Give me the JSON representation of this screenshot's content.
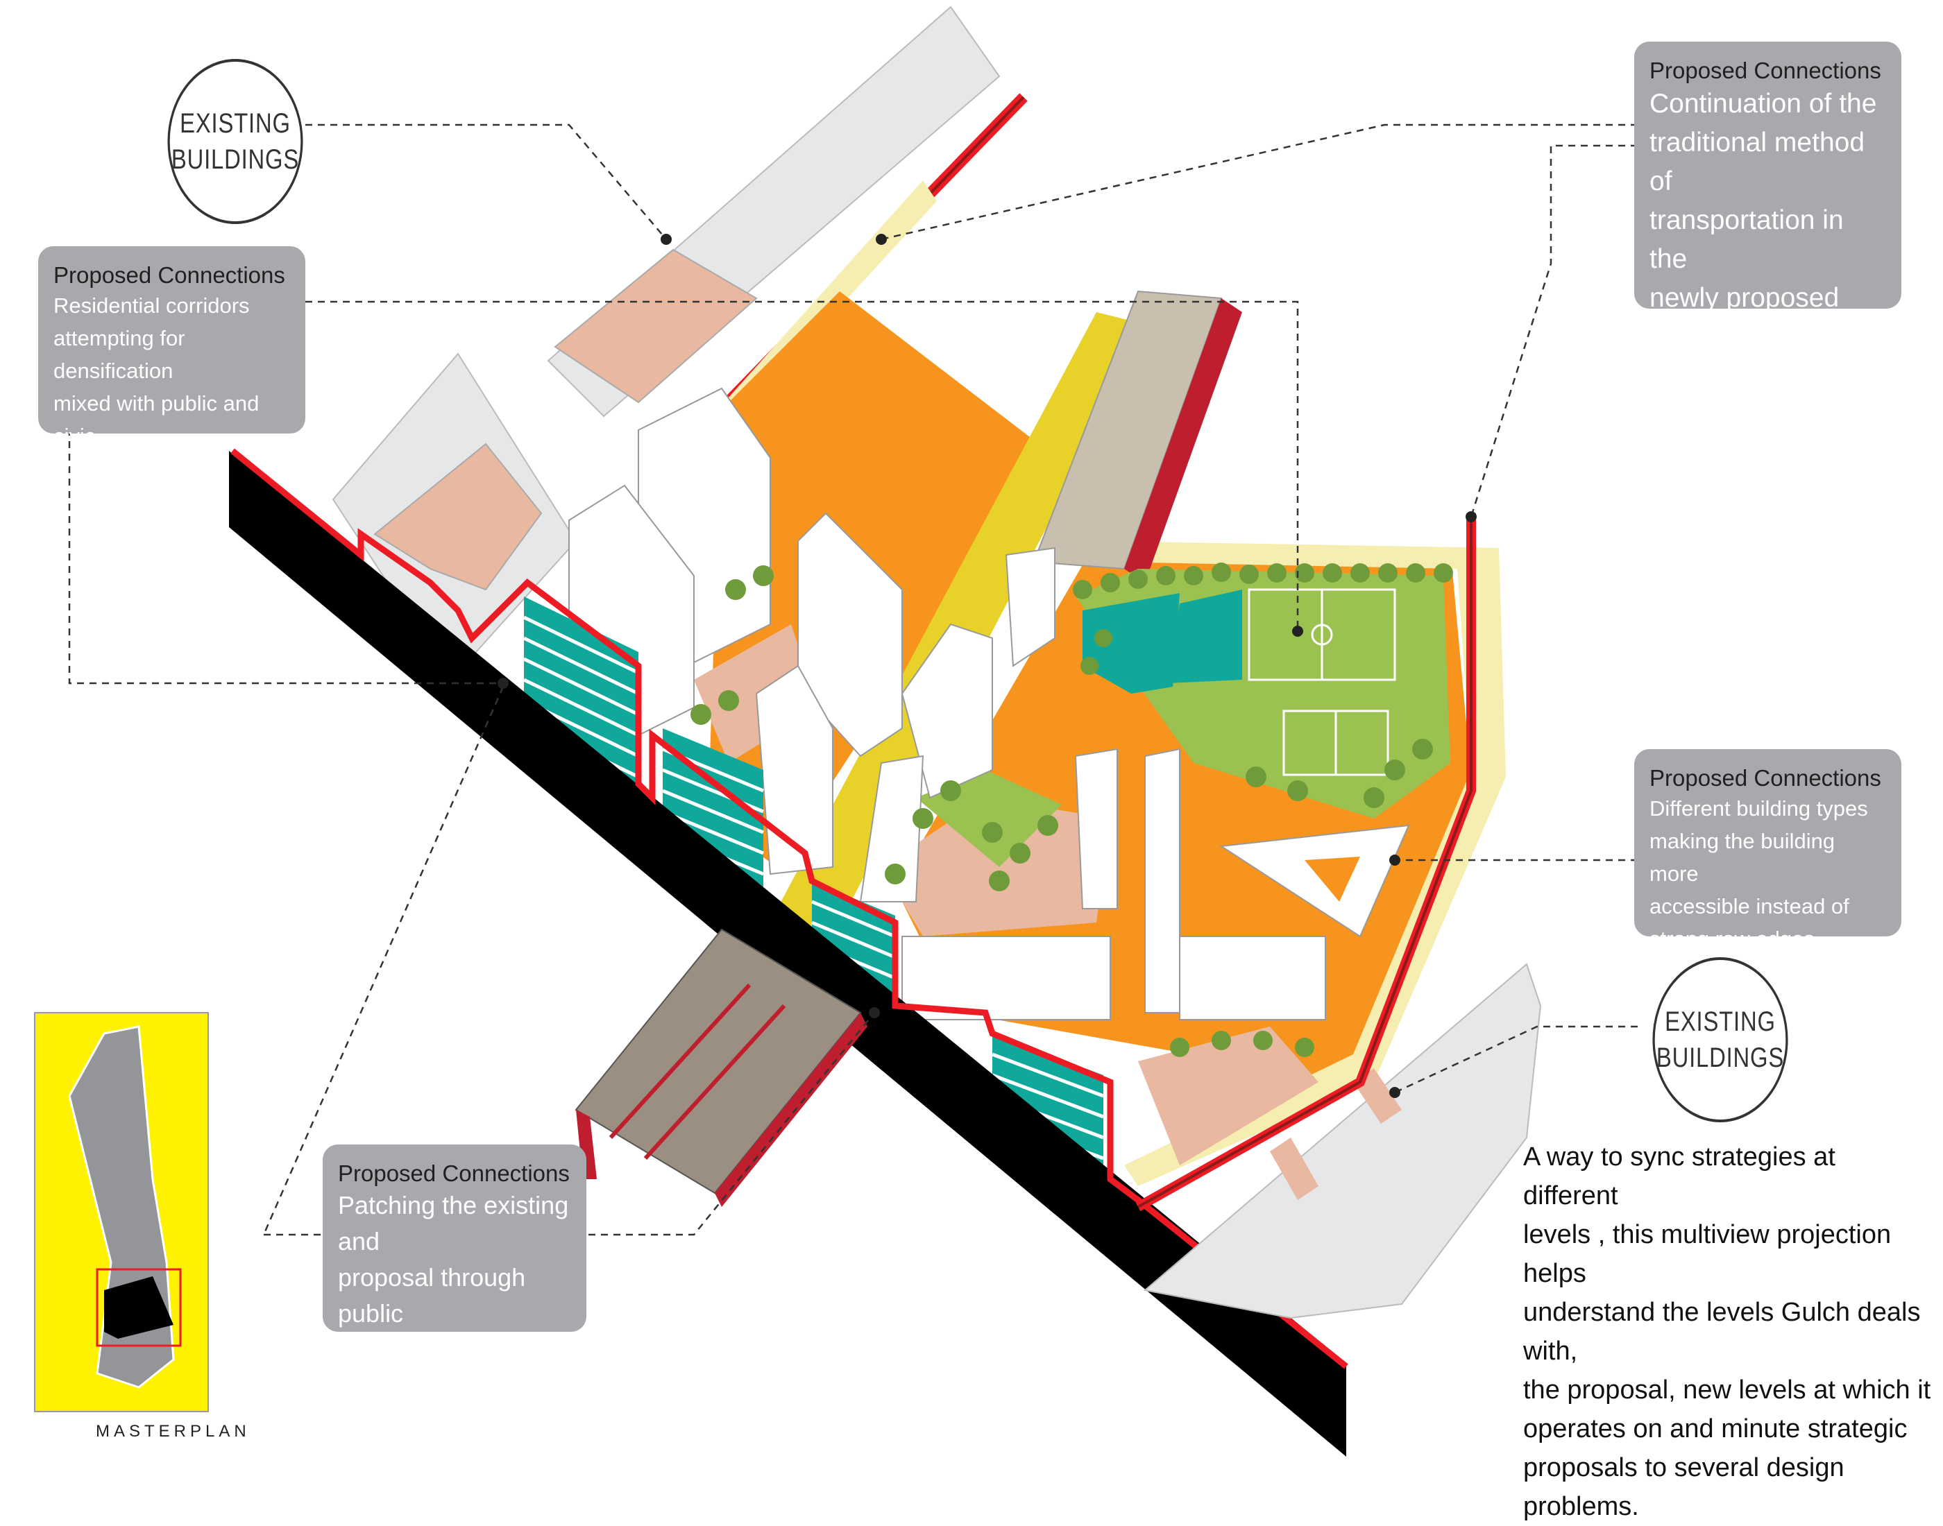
{
  "colors": {
    "orange": "#f7941d",
    "yellow": "#e8d22a",
    "pale_yellow": "#f6eeb0",
    "red": "#ed1c24",
    "dark_red": "#8b1a1a",
    "pink": "#e9b8a0",
    "green": "#9bc151",
    "teal": "#10a89b",
    "grey_callout": "#a7a9ac",
    "black": "#000000",
    "tree": "#6f9b3a"
  },
  "labels": {
    "existing_buildings_top": [
      "EXISTING",
      "BUILDINGS"
    ],
    "existing_buildings_right": [
      "EXISTING",
      "BUILDINGS"
    ],
    "masterplan": "MASTERPLAN"
  },
  "callouts": {
    "top_right": {
      "title": "Proposed Connections",
      "body": "Continuation of the\ntraditional method of\ntransportation in the\nnewly proposed\ndevelopment"
    },
    "left": {
      "title": "Proposed Connections",
      "body": "Residential corridors\nattempting for densification\nmixed with public and civic\nspaces."
    },
    "right_middle": {
      "title": "Proposed Connections",
      "body": "Different building types\nmaking the building more\naccessible instead of\nstrong raw edges"
    },
    "bottom": {
      "title": "Proposed Connections",
      "body": "Patching the existing and\nproposal through public\ntransportation"
    }
  },
  "description": "A way to sync strategies at different\nlevels , this multiview projection helps\nunderstand the levels Gulch deals with,\nthe proposal, new levels at which it\noperates on and minute strategic\nproposals to several design problems."
}
